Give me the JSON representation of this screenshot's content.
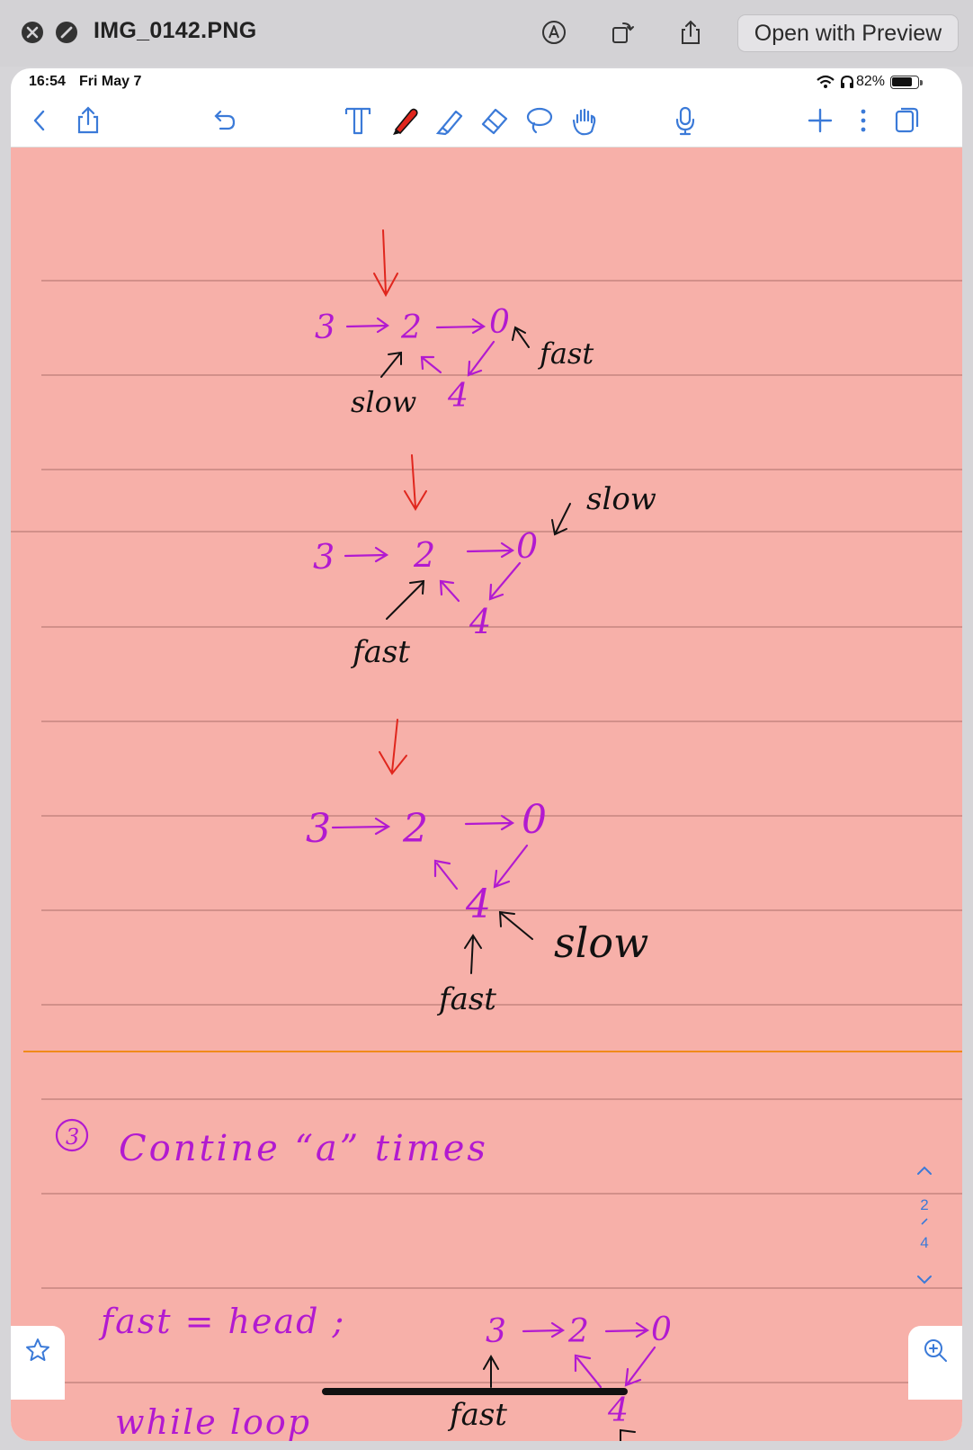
{
  "window": {
    "filename": "IMG_0142.PNG",
    "open_button_label": "Open with Preview"
  },
  "status_bar": {
    "time": "16:54",
    "date": "Fri May 7",
    "battery_percent": "82%",
    "battery_level": 0.82
  },
  "note": {
    "pager": {
      "current": "2",
      "separator": "/",
      "total": "4"
    },
    "handwriting": {
      "d1_nodes": [
        "3",
        "2",
        "0",
        "4"
      ],
      "d1_fast": "fast",
      "d1_slow": "slow",
      "d2_slow": "slow",
      "d2_nodes": [
        "3",
        "2",
        "0",
        "4"
      ],
      "d2_fast": "fast",
      "d3_nodes": [
        "3",
        "2",
        "0",
        "4"
      ],
      "d3_slow": "slow",
      "d3_fast": "fast",
      "step_number": "3",
      "step_text": "Contine “a” times",
      "code_line1": "fast = head ;",
      "code_line2": "while loop",
      "d4_nodes": [
        "3",
        "2",
        "0",
        "4"
      ],
      "d4_fast": "fast"
    }
  },
  "colors": {
    "page_background": "#f7b0a9",
    "ink_purple": "#b21ad0",
    "ink_red": "#e0261d",
    "ink_black": "#111111",
    "accent_blue": "#3b7ad8",
    "page_break": "#f08a1a"
  }
}
